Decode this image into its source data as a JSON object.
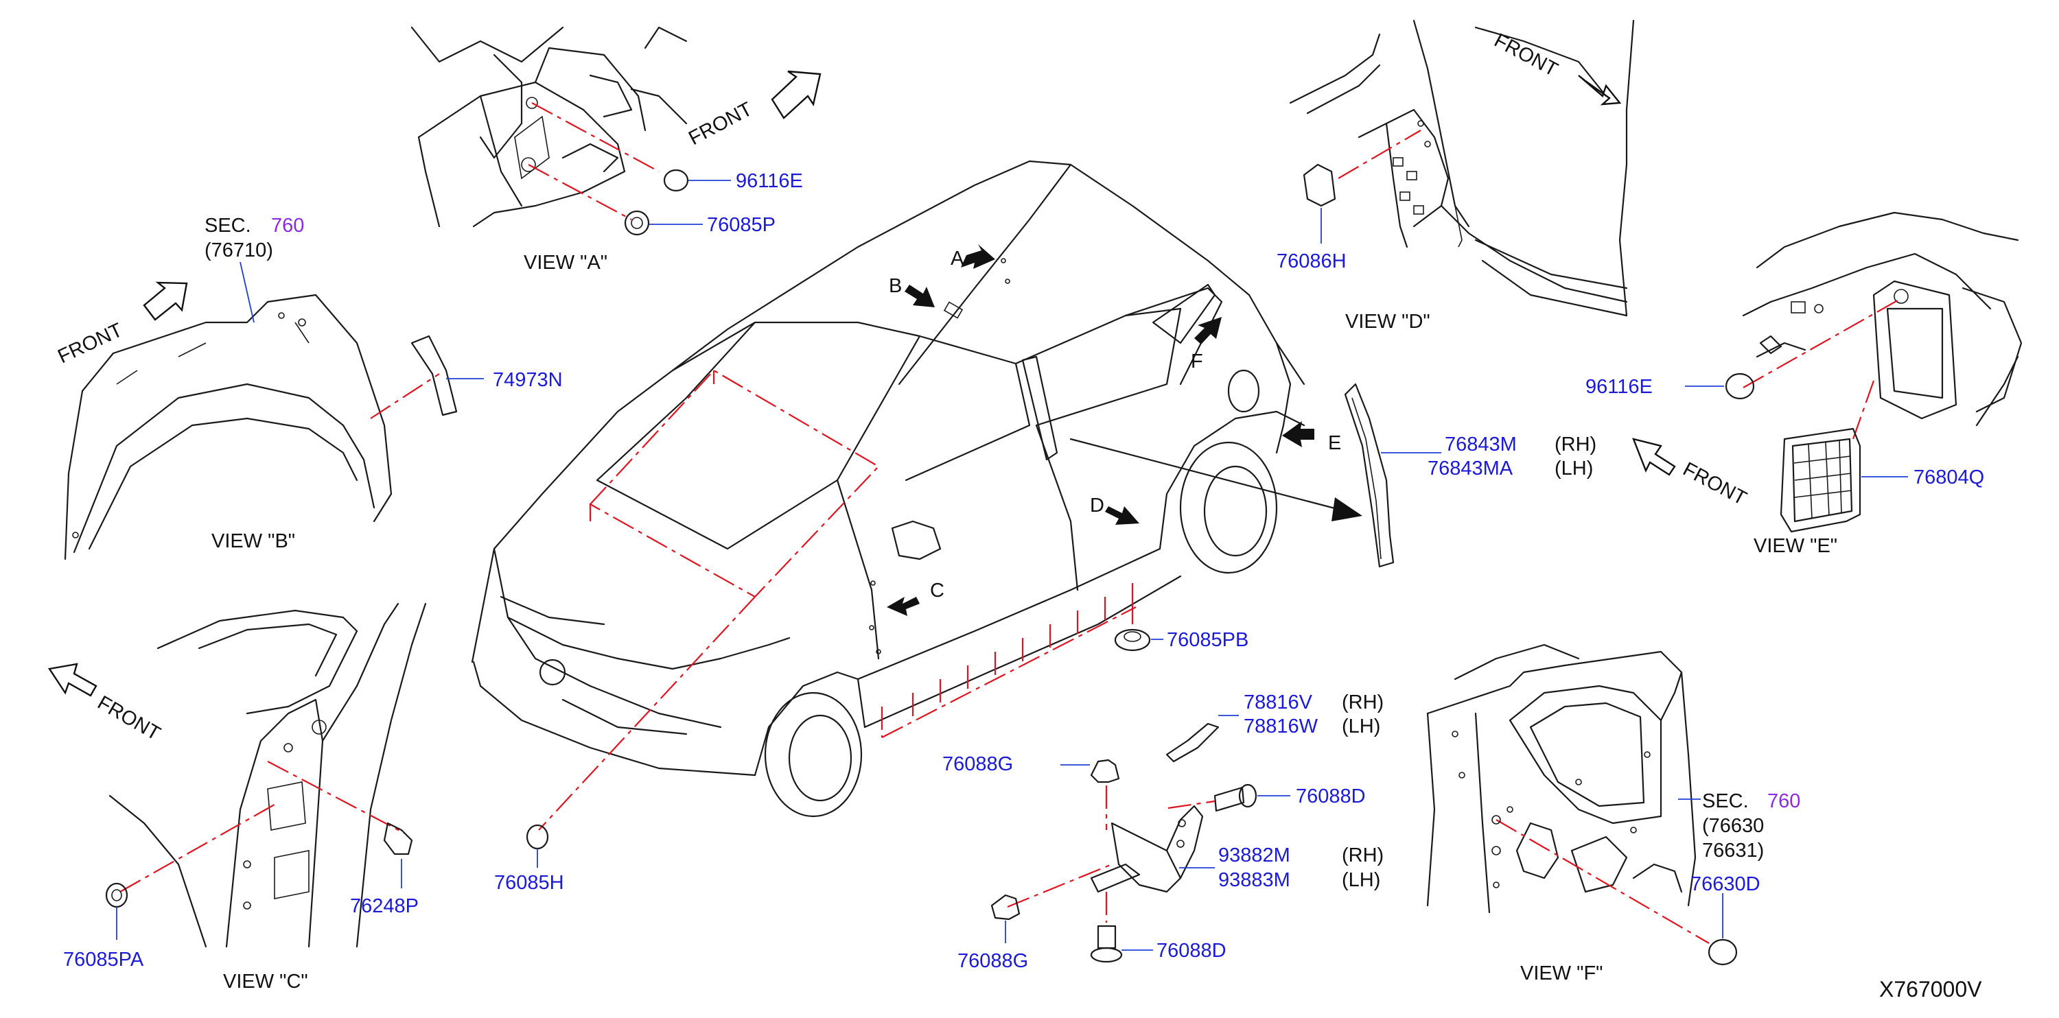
{
  "colors": {
    "part_number": "#1a1ad8",
    "section_ref": "#8a2be2",
    "leader": "#1f3fd6",
    "phantom_line": "#e0141e",
    "ink": "#111111"
  },
  "diagram_id": "X767000V",
  "front_label": "FRONT",
  "views": {
    "a": "VIEW \"A\"",
    "b": "VIEW \"B\"",
    "c": "VIEW \"C\"",
    "d": "VIEW \"D\"",
    "e": "VIEW \"E\"",
    "f": "VIEW \"F\""
  },
  "callouts": {
    "a": "A",
    "b": "B",
    "c": "C",
    "d": "D",
    "e": "E",
    "f": "F"
  },
  "side": {
    "rh": "(RH)",
    "lh": "(LH)"
  },
  "sections": {
    "b": {
      "prefix": "SEC.",
      "number": "760",
      "ref": "(76710)"
    },
    "f": {
      "prefix": "SEC.",
      "number": "760",
      "ref1": "(76630",
      "ref2": "76631)"
    }
  },
  "parts": {
    "p96116E_a": "96116E",
    "p76085P": "76085P",
    "p74973N": "74973N",
    "p76086H": "76086H",
    "p96116E_e": "96116E",
    "p76843M": "76843M",
    "p76843MA": "76843MA",
    "p76804Q": "76804Q",
    "p76085PB": "76085PB",
    "p78816V": "78816V",
    "p78816W": "78816W",
    "p76088G_top": "76088G",
    "p76088D_right": "76088D",
    "p93882M": "93882M",
    "p93883M": "93883M",
    "p76088G_bottom": "76088G",
    "p76088D_bottom": "76088D",
    "p76085H": "76085H",
    "p76248P": "76248P",
    "p76085PA": "76085PA",
    "p76630D": "76630D"
  }
}
